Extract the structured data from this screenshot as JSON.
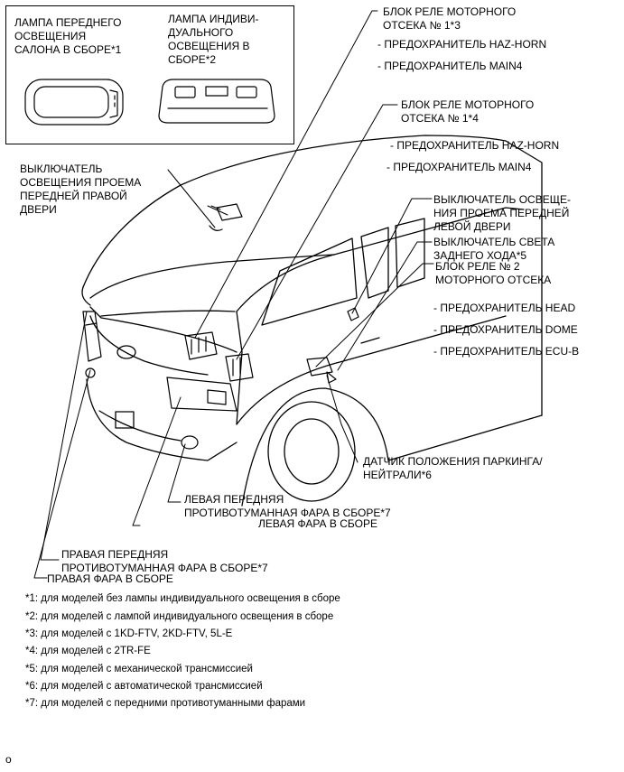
{
  "labels": {
    "front_lamp": "ЛАМПА ПЕРЕДНЕГО\nОСВЕЩЕНИЯ\nСАЛОНА В СБОРЕ*1",
    "individual_lamp": "ЛАМПА ИНДИВИ-\nДУАЛЬНОГО\nОСВЕЩЕНИЯ В\nСБОРЕ*2",
    "relay_block_3": "БЛОК РЕЛЕ МОТОРНОГО\nОТСЕКА № 1*3",
    "relay_block_3_fuse1": "- ПРЕДОХРАНИТЕЛЬ HAZ-HORN",
    "relay_block_3_fuse2": "- ПРЕДОХРАНИТЕЛЬ MAIN4",
    "relay_block_4": "БЛОК РЕЛЕ МОТОРНОГО\nОТСЕКА № 1*4",
    "relay_block_4_fuse1": "- ПРЕДОХРАНИТЕЛЬ HAZ-HORN",
    "relay_block_4_fuse2": "- ПРЕДОХРАНИТЕЛЬ MAIN4",
    "right_door_switch": "ВЫКЛЮЧАТЕЛЬ\nОСВЕЩЕНИЯ ПРОЕМА\nПЕРЕДНЕЙ ПРАВОЙ\nДВЕРИ",
    "left_door_switch": "ВЫКЛЮЧАТЕЛЬ ОСВЕЩЕ-\nНИЯ ПРОЕМА ПЕРЕДНЕЙ\nЛЕВОЙ ДВЕРИ",
    "reverse_switch": "ВЫКЛЮЧАТЕЛЬ СВЕТА\nЗАДНЕГО ХОДА*5",
    "relay_block_2": "БЛОК РЕЛЕ № 2\nМОТОРНОГО ОТСЕКА",
    "fuse_head": "- ПРЕДОХРАНИТЕЛЬ HEAD",
    "fuse_dome": "- ПРЕДОХРАНИТЕЛЬ DOME",
    "fuse_ecub": "- ПРЕДОХРАНИТЕЛЬ ECU-B",
    "park_neutral": "ДАТЧИК ПОЛОЖЕНИЯ ПАРКИНГА/\nНЕЙТРАЛИ*6",
    "left_fog": "ЛЕВАЯ ПЕРЕДНЯЯ\nПРОТИВОТУМАННАЯ ФАРА В СБОРЕ*7",
    "left_headlamp": "ЛЕВАЯ ФАРА В СБОРЕ",
    "right_fog": "ПРАВАЯ ПЕРЕДНЯЯ\nПРОТИВОТУМАННАЯ ФАРА В СБОРЕ*7",
    "right_headlamp": "ПРАВАЯ ФАРА В СБОРЕ"
  },
  "notes": [
    "*1: для моделей без лампы индивидуального освещения в сборе",
    "*2: для моделей с лампой индивидуального освещения в сборе",
    "*3: для моделей с 1KD-FTV, 2KD-FTV, 5L-E",
    "*4: для моделей с 2TR-FE",
    "*5: для моделей с механической трансмиссией",
    "*6: для моделей с автоматической трансмиссией",
    "*7: для моделей с передними противотуманными фарами"
  ],
  "footer_mark": "o"
}
